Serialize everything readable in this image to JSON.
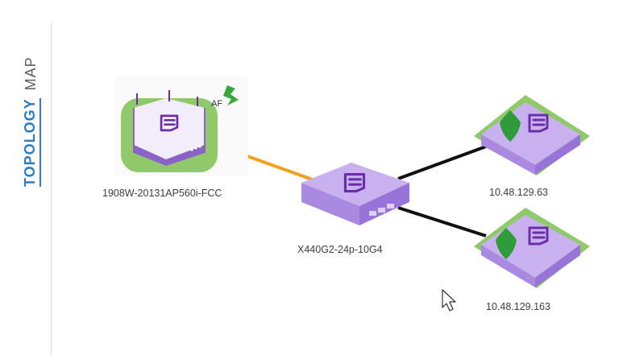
{
  "tabs": {
    "topology": "TOPOLOGY",
    "map": "MAP"
  },
  "nodes": {
    "ap": {
      "label": "1908W-20131AP560i-FCC",
      "badge": "AF",
      "icon": "access-point-icon",
      "status_color": "#8fc96a"
    },
    "switch": {
      "label": "X440G2-24p-10G4",
      "icon": "switch-icon"
    },
    "device1": {
      "label": "10.48.129.63",
      "icon": "secured-switch-icon",
      "status_color": "#8fc96a"
    },
    "device2": {
      "label": "10.48.129.163",
      "icon": "secured-switch-icon",
      "status_color": "#8fc96a"
    }
  },
  "links": [
    {
      "from": "ap",
      "to": "switch",
      "color": "#f0a21e"
    },
    {
      "from": "switch",
      "to": "device1",
      "color": "#111111"
    },
    {
      "from": "switch",
      "to": "device2",
      "color": "#111111"
    }
  ],
  "colors": {
    "accent": "#2f7cc6",
    "device_purple": "#b79be6",
    "logo_purple": "#6a2fa8"
  }
}
